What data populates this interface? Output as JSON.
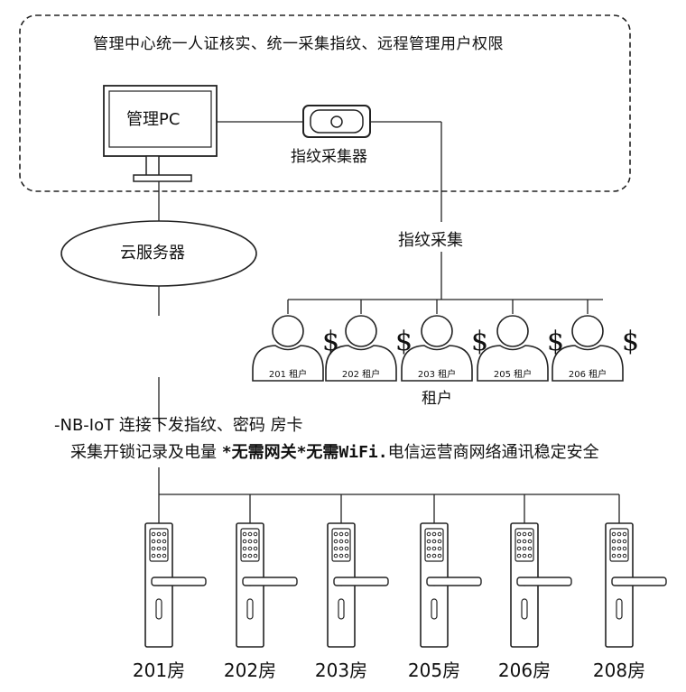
{
  "management": {
    "title": "管理中心统一人证核实、统一采集指纹、远程管理用户权限",
    "pc_label": "管理PC",
    "fingerprint_collector_label": "指纹采集器"
  },
  "cloud": {
    "label": "云服务器"
  },
  "fingerprint_collection_label": "指纹采集",
  "tenants": {
    "group_label": "租户",
    "items": [
      {
        "tag": "201 租户",
        "icon": "user-icon",
        "symbol": "$"
      },
      {
        "tag": "202 租户",
        "icon": "user-icon",
        "symbol": "$"
      },
      {
        "tag": "203 租户",
        "icon": "user-icon",
        "symbol": "$"
      },
      {
        "tag": "205 租户",
        "icon": "user-icon",
        "symbol": "$"
      },
      {
        "tag": "206 租户",
        "icon": "user-icon",
        "symbol": "$"
      }
    ]
  },
  "network": {
    "line1": "-NB-IoT 连接下发指纹、密码 房卡",
    "line2_prefix": "采集开锁记录及电量 ",
    "line2_highlight": "*无需网关*无需WiFi.",
    "line2_suffix": "电信运营商网络通讯稳定安全"
  },
  "rooms": {
    "items": [
      {
        "label": "201房",
        "icon": "smart-lock-icon"
      },
      {
        "label": "202房",
        "icon": "smart-lock-icon"
      },
      {
        "label": "203房",
        "icon": "smart-lock-icon"
      },
      {
        "label": "205房",
        "icon": "smart-lock-icon"
      },
      {
        "label": "206房",
        "icon": "smart-lock-icon"
      },
      {
        "label": "208房",
        "icon": "smart-lock-icon"
      }
    ]
  },
  "colors": {
    "stroke": "#222222",
    "background": "#ffffff"
  }
}
